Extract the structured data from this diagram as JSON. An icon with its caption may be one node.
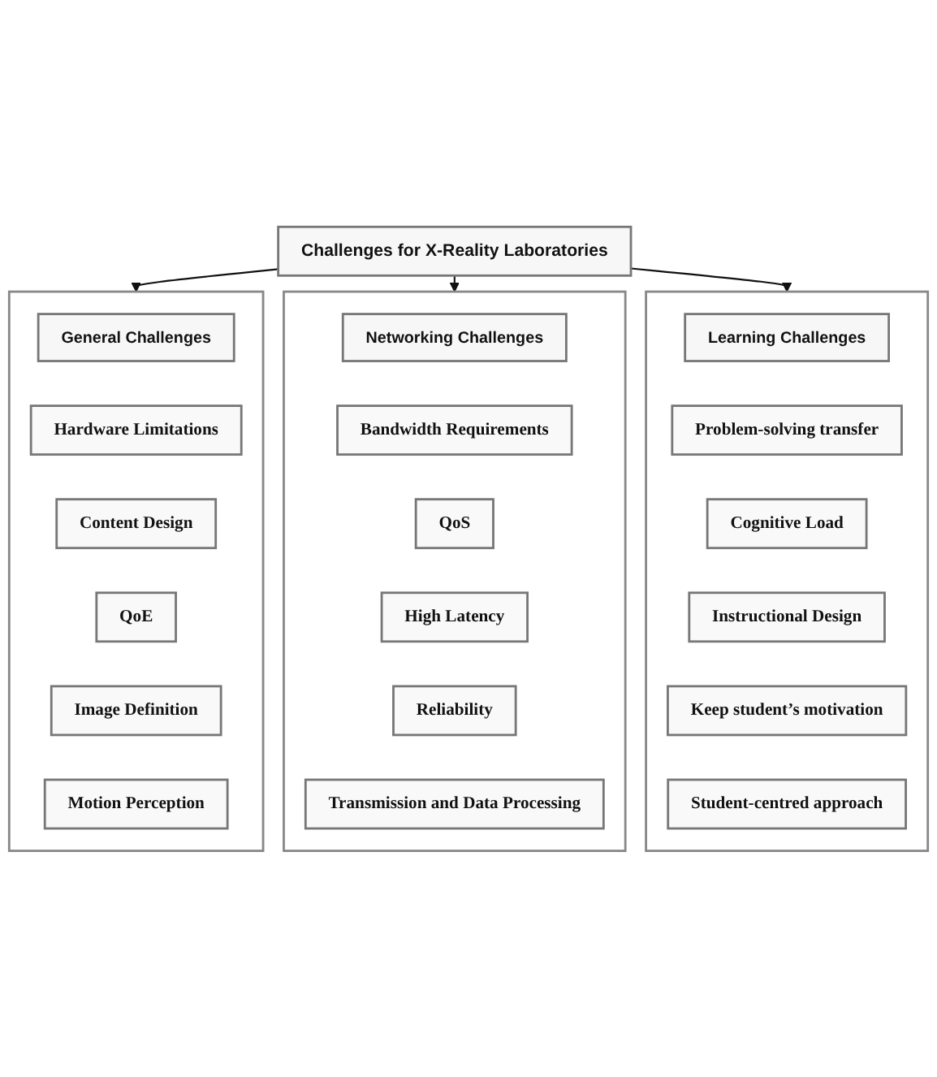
{
  "diagram": {
    "nodes": [
      {
        "text": [
          "Challenges for X-Reality Laboratories"
        ]
      },
      {
        "text": [],
        "shape": "box"
      },
      {
        "text": [
          "General Challenges"
        ],
        "in": 1
      },
      {
        "text": [
          "Hardware Limitations"
        ],
        "in": 1
      },
      {
        "text": [
          "Content Design"
        ],
        "in": 1
      },
      {
        "text": [
          "QoE"
        ],
        "in": 1
      },
      {
        "text": [
          "Image Definition"
        ],
        "in": 1
      },
      {
        "text": [
          "Motion Perception"
        ],
        "in": 1
      },
      {
        "text": [],
        "shape": "box"
      },
      {
        "text": [
          "Networking Challenges"
        ],
        "in": 8
      },
      {
        "text": [
          "Bandwidth Requirements"
        ],
        "in": 8
      },
      {
        "text": [
          "QoS"
        ],
        "in": 8
      },
      {
        "text": [
          "High Latency"
        ],
        "in": 8
      },
      {
        "text": [
          "Reliability"
        ],
        "in": 8
      },
      {
        "text": [
          "Transmission and Data Processing"
        ],
        "in": 8
      },
      {
        "text": [],
        "shape": "box"
      },
      {
        "text": [
          "Learning Challenges"
        ],
        "in": 15
      },
      {
        "text": [
          "Problem-solving transfer"
        ],
        "in": 15
      },
      {
        "text": [
          "Cognitive Load"
        ],
        "in": 15
      },
      {
        "text": [
          "Instructional Design"
        ],
        "in": 15
      },
      {
        "text": [
          "Keep student’s motivation"
        ],
        "in": 15
      },
      {
        "text": [
          "Student-centred approach"
        ],
        "in": 15
      }
    ],
    "edges": [
      {
        "from": 0,
        "to": 1,
        "arrow": "to"
      },
      {
        "from": 0,
        "to": 8,
        "arrow": "to"
      },
      {
        "from": 0,
        "to": 15,
        "arrow": "to"
      }
    ]
  }
}
